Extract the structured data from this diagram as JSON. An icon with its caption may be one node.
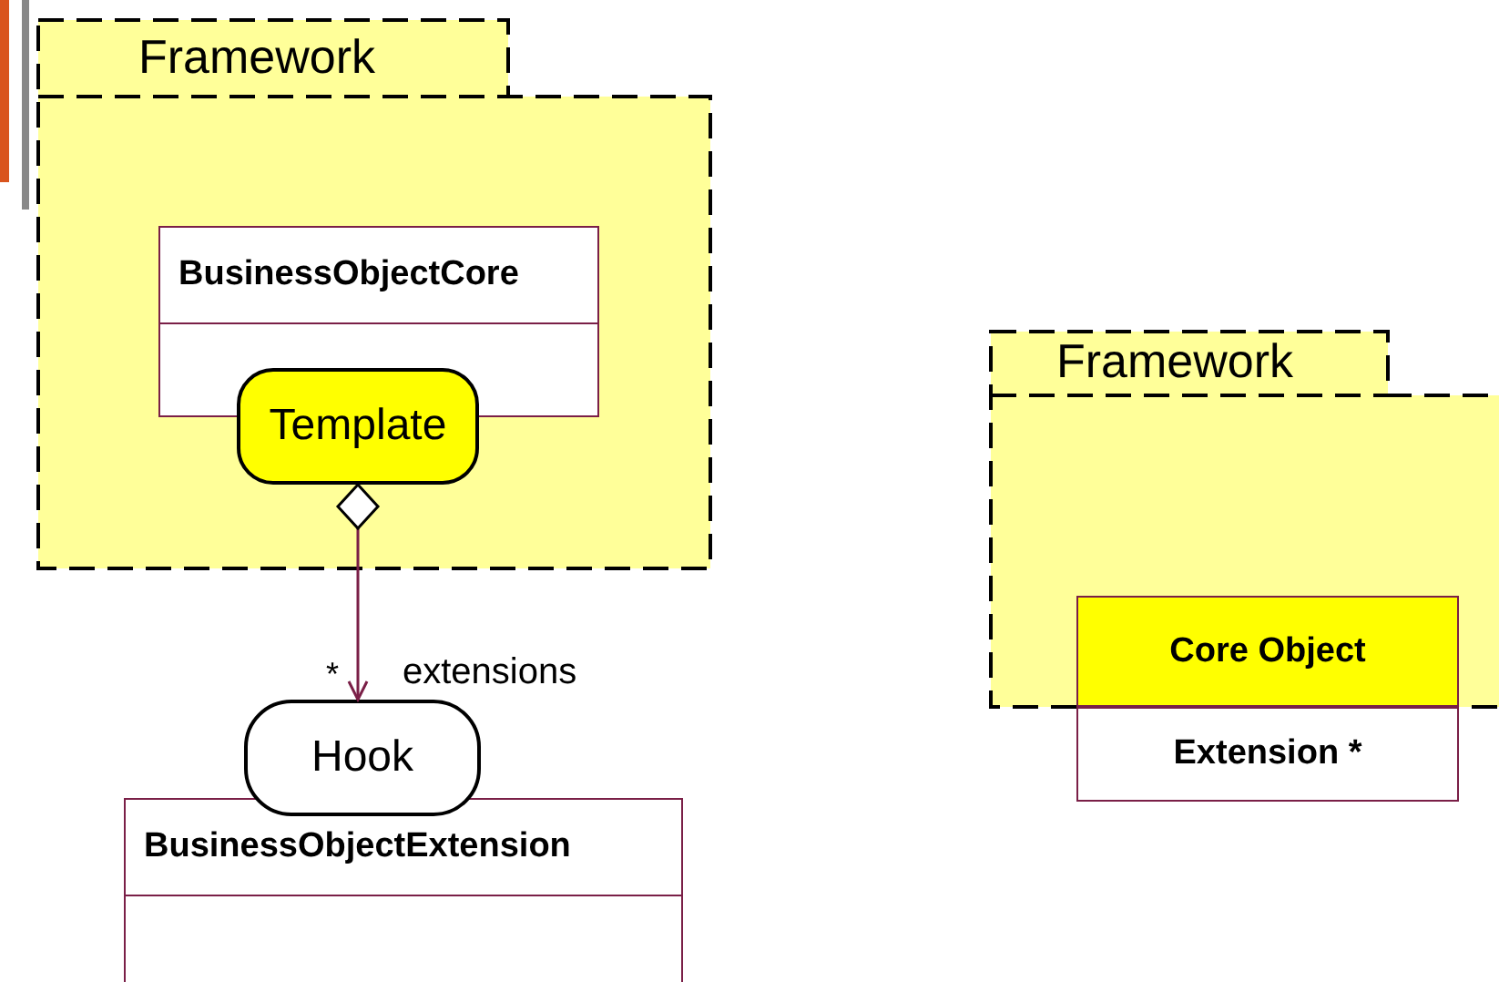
{
  "diagram": {
    "nodes": [
      {
        "text": [
          "Framework"
        ]
      },
      {
        "text": [
          "BusinessObjectCore"
        ],
        "in": 0
      },
      {
        "text": [
          "Template"
        ],
        "in": 0
      },
      {
        "text": [
          "Hook"
        ]
      },
      {
        "text": [
          "BusinessObjectExtension"
        ]
      },
      {
        "text": [
          "Framework"
        ]
      },
      {
        "text": [
          "Core Object"
        ],
        "in": 5
      },
      {
        "text": [
          "Extension *"
        ]
      }
    ],
    "edges": [
      {
        "from": 2,
        "to": 3,
        "arrow": "to",
        "label": "extensions"
      }
    ],
    "labels": [
      "*"
    ]
  }
}
